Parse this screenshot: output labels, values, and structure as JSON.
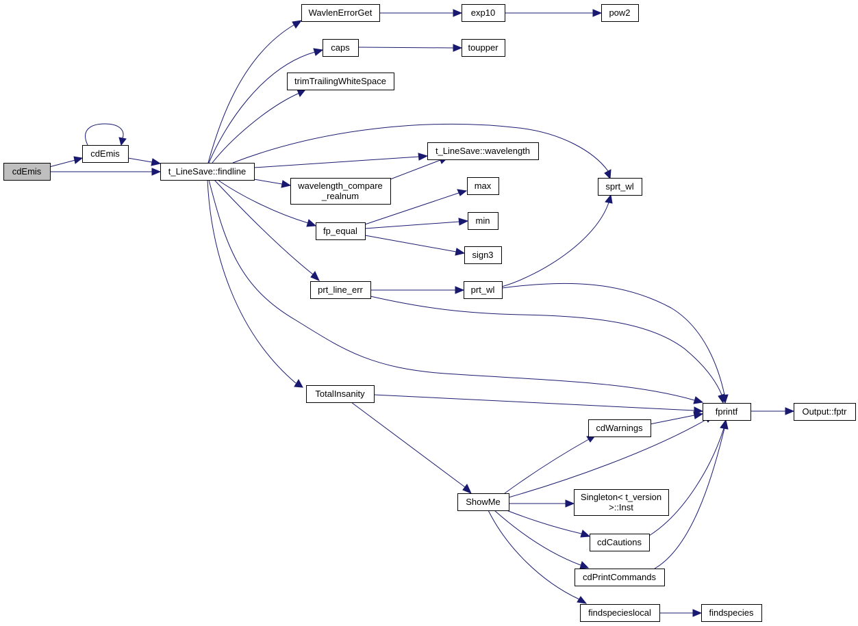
{
  "diagram": {
    "type": "call-graph",
    "edge_color": "#191970",
    "root_fill": "#bfbfbf",
    "node_fill": "#ffffff",
    "nodes": [
      {
        "id": "cdEmis_root",
        "label": [
          "cdEmis"
        ],
        "root": true
      },
      {
        "id": "cdEmis",
        "label": [
          "cdEmis"
        ]
      },
      {
        "id": "findline",
        "label": [
          "t_LineSave::findline"
        ]
      },
      {
        "id": "WavlenErrorGet",
        "label": [
          "WavlenErrorGet"
        ]
      },
      {
        "id": "exp10",
        "label": [
          "exp10"
        ]
      },
      {
        "id": "pow2",
        "label": [
          "pow2"
        ]
      },
      {
        "id": "caps",
        "label": [
          "caps"
        ]
      },
      {
        "id": "toupper",
        "label": [
          "toupper"
        ]
      },
      {
        "id": "trimTrailingWhiteSpace",
        "label": [
          "trimTrailingWhiteSpace"
        ]
      },
      {
        "id": "wavelength",
        "label": [
          "t_LineSave::wavelength"
        ]
      },
      {
        "id": "wavelength_compare",
        "label": [
          "wavelength_compare",
          "_realnum"
        ]
      },
      {
        "id": "max",
        "label": [
          "max"
        ]
      },
      {
        "id": "min",
        "label": [
          "min"
        ]
      },
      {
        "id": "sign3",
        "label": [
          "sign3"
        ]
      },
      {
        "id": "fp_equal",
        "label": [
          "fp_equal"
        ]
      },
      {
        "id": "sprt_wl",
        "label": [
          "sprt_wl"
        ]
      },
      {
        "id": "prt_line_err",
        "label": [
          "prt_line_err"
        ]
      },
      {
        "id": "prt_wl",
        "label": [
          "prt_wl"
        ]
      },
      {
        "id": "TotalInsanity",
        "label": [
          "TotalInsanity"
        ]
      },
      {
        "id": "fprintf",
        "label": [
          "fprintf"
        ]
      },
      {
        "id": "fptr",
        "label": [
          "Output::fptr"
        ]
      },
      {
        "id": "cdWarnings",
        "label": [
          "cdWarnings"
        ]
      },
      {
        "id": "ShowMe",
        "label": [
          "ShowMe"
        ]
      },
      {
        "id": "Singleton",
        "label": [
          "Singleton< t_version",
          ">::Inst"
        ]
      },
      {
        "id": "cdCautions",
        "label": [
          "cdCautions"
        ]
      },
      {
        "id": "cdPrintCommands",
        "label": [
          "cdPrintCommands"
        ]
      },
      {
        "id": "findspecieslocal",
        "label": [
          "findspecieslocal"
        ]
      },
      {
        "id": "findspecies",
        "label": [
          "findspecies"
        ]
      }
    ],
    "edges": [
      {
        "from": "cdEmis_root",
        "to": "cdEmis"
      },
      {
        "from": "cdEmis_root",
        "to": "findline"
      },
      {
        "from": "cdEmis",
        "to": "cdEmis"
      },
      {
        "from": "cdEmis",
        "to": "findline"
      },
      {
        "from": "findline",
        "to": "WavlenErrorGet"
      },
      {
        "from": "findline",
        "to": "caps"
      },
      {
        "from": "findline",
        "to": "trimTrailingWhiteSpace"
      },
      {
        "from": "findline",
        "to": "sprt_wl"
      },
      {
        "from": "findline",
        "to": "wavelength"
      },
      {
        "from": "findline",
        "to": "wavelength_compare"
      },
      {
        "from": "findline",
        "to": "fp_equal"
      },
      {
        "from": "findline",
        "to": "prt_line_err"
      },
      {
        "from": "findline",
        "to": "fprintf"
      },
      {
        "from": "findline",
        "to": "TotalInsanity"
      },
      {
        "from": "WavlenErrorGet",
        "to": "exp10"
      },
      {
        "from": "exp10",
        "to": "pow2"
      },
      {
        "from": "caps",
        "to": "toupper"
      },
      {
        "from": "wavelength_compare",
        "to": "wavelength"
      },
      {
        "from": "fp_equal",
        "to": "max"
      },
      {
        "from": "fp_equal",
        "to": "min"
      },
      {
        "from": "fp_equal",
        "to": "sign3"
      },
      {
        "from": "prt_line_err",
        "to": "prt_wl"
      },
      {
        "from": "prt_line_err",
        "to": "fprintf"
      },
      {
        "from": "prt_wl",
        "to": "sprt_wl"
      },
      {
        "from": "prt_wl",
        "to": "fprintf"
      },
      {
        "from": "TotalInsanity",
        "to": "fprintf"
      },
      {
        "from": "TotalInsanity",
        "to": "ShowMe"
      },
      {
        "from": "fprintf",
        "to": "fptr"
      },
      {
        "from": "cdWarnings",
        "to": "fprintf"
      },
      {
        "from": "ShowMe",
        "to": "cdWarnings"
      },
      {
        "from": "ShowMe",
        "to": "fprintf"
      },
      {
        "from": "ShowMe",
        "to": "Singleton"
      },
      {
        "from": "ShowMe",
        "to": "cdCautions"
      },
      {
        "from": "ShowMe",
        "to": "cdPrintCommands"
      },
      {
        "from": "ShowMe",
        "to": "findspecieslocal"
      },
      {
        "from": "cdCautions",
        "to": "fprintf"
      },
      {
        "from": "cdPrintCommands",
        "to": "fprintf"
      },
      {
        "from": "findspecieslocal",
        "to": "findspecies"
      }
    ]
  }
}
